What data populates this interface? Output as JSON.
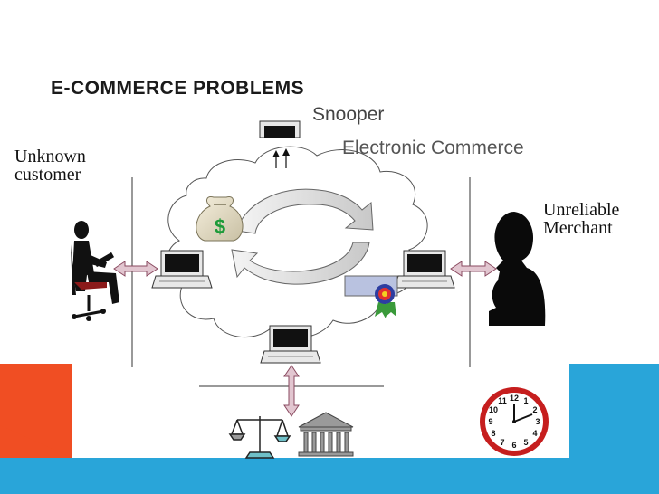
{
  "slide": {
    "title": "E-COMMERCE PROBLEMS",
    "accent_colors": {
      "orange": "#f04e23",
      "blue": "#29a5d9"
    }
  },
  "diagram": {
    "cloud_label": "Electronic Commerce",
    "snooper_label": "Snooper",
    "customer_label_line1": "Unknown",
    "customer_label_line2": "customer",
    "merchant_label_line1": "Unreliable",
    "merchant_label_line2": "Merchant",
    "money_bag_symbol": "$",
    "clock_numbers": [
      "12",
      "1",
      "2",
      "3",
      "4",
      "5",
      "6",
      "7",
      "8",
      "9",
      "10",
      "11"
    ],
    "icons": [
      "laptop-icon",
      "money-bag-icon",
      "certificate-icon",
      "scales-icon",
      "bank-icon",
      "clock-icon",
      "customer-silhouette",
      "merchant-silhouette"
    ]
  }
}
